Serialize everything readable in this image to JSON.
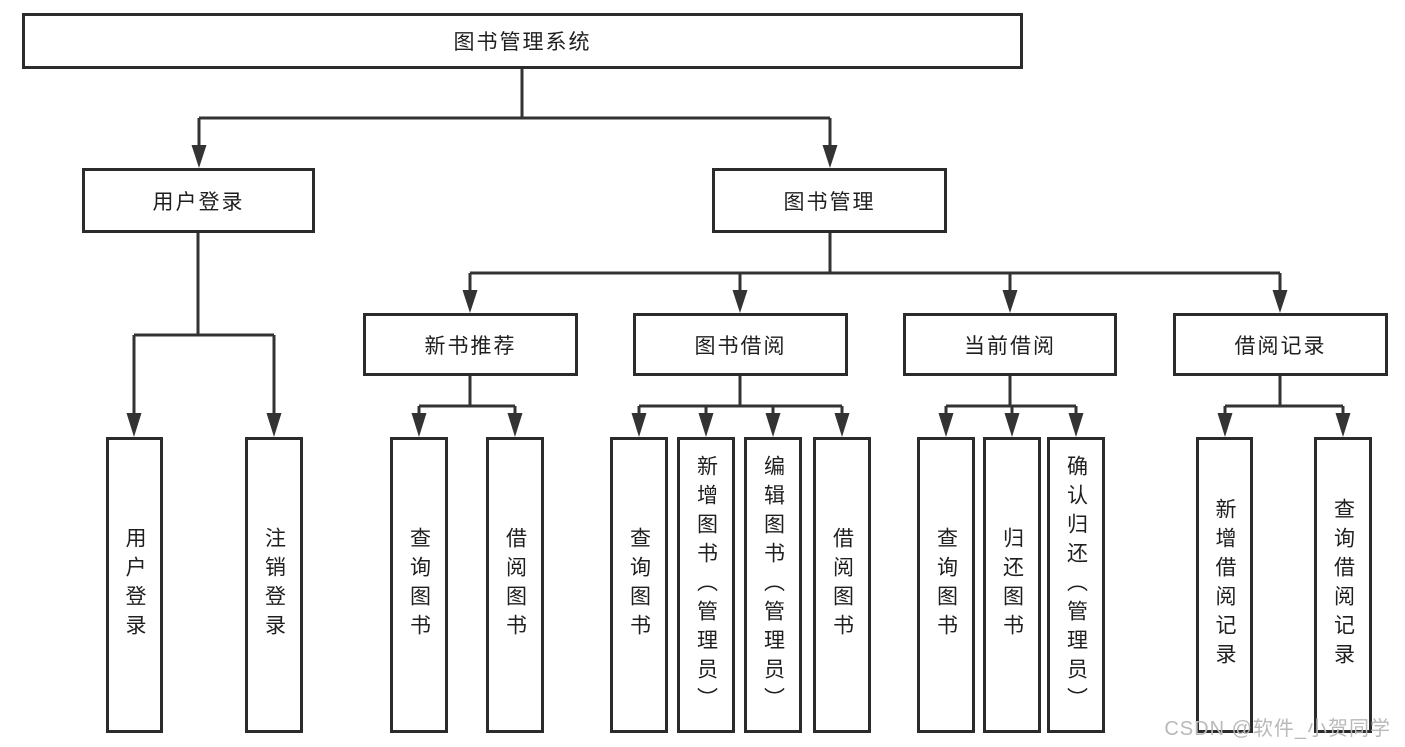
{
  "diagram": {
    "root": {
      "label": "图书管理系统"
    },
    "level2": [
      {
        "label": "用户登录"
      },
      {
        "label": "图书管理"
      }
    ],
    "level3": [
      {
        "label": "新书推荐"
      },
      {
        "label": "图书借阅"
      },
      {
        "label": "当前借阅"
      },
      {
        "label": "借阅记录"
      }
    ],
    "leaves": {
      "user_login": [
        {
          "label": "用户登录"
        },
        {
          "label": "注销登录"
        }
      ],
      "new_books": [
        {
          "label": "查询图书"
        },
        {
          "label": "借阅图书"
        }
      ],
      "book_borrow": [
        {
          "label": "查询图书"
        },
        {
          "label": "新增图书（管理员）"
        },
        {
          "label": "编辑图书（管理员）"
        },
        {
          "label": "借阅图书"
        }
      ],
      "current_borrow": [
        {
          "label": "查询图书"
        },
        {
          "label": "归还图书"
        },
        {
          "label": "确认归还（管理员）"
        }
      ],
      "borrow_records": [
        {
          "label": "新增借阅记录"
        },
        {
          "label": "查询借阅记录"
        }
      ]
    }
  },
  "watermark": {
    "text": "CSDN @软件_小贺同学"
  },
  "colors": {
    "line": "#333333",
    "box_border": "#2b2b2b",
    "text": "#1f1f1f",
    "watermark": "#b9b9b9",
    "background": "#ffffff"
  }
}
